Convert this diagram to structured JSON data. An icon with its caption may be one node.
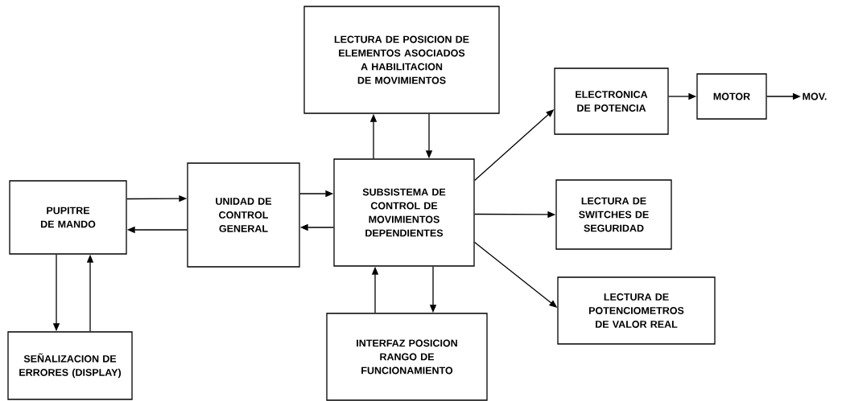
{
  "diagram": {
    "nodes": [
      {
        "text": [
          "PUPITRE DE MANDO"
        ]
      },
      {
        "text": [
          "UNIDAD DE CONTROL GENERAL"
        ]
      },
      {
        "text": [
          "SUBSISTEMA DE CONTROL DE MOVIMIENTOS DEPENDIENTES"
        ]
      },
      {
        "text": [
          "LECTURA DE POSICION DE ELEMENTOS ASOCIADOS A HABILITACION DE MOVIMIENTOS"
        ]
      },
      {
        "text": [
          "SEÑALIZACION DE ERRORES (DISPLAY)"
        ]
      },
      {
        "text": [
          "INTERFAZ POSICION RANGO DE FUNCIONAMIENTO"
        ]
      },
      {
        "text": [
          "ELECTRONICA DE POTENCIA"
        ]
      },
      {
        "text": [
          "MOTOR"
        ]
      },
      {
        "text": [
          "MOV."
        ]
      },
      {
        "text": [
          "LECTURA DE SWITCHES DE SEGURIDAD"
        ]
      },
      {
        "text": [
          "LECTURA DE POTENCIOMETROS DE VALOR REAL"
        ]
      }
    ],
    "edges": [
      {
        "from": 0,
        "to": 1,
        "arrow": "to"
      },
      {
        "from": 1,
        "to": 0,
        "arrow": "to"
      },
      {
        "from": 1,
        "to": 2,
        "arrow": "to"
      },
      {
        "from": 2,
        "to": 1,
        "arrow": "to"
      },
      {
        "from": 2,
        "to": 3,
        "arrow": "to"
      },
      {
        "from": 3,
        "to": 2,
        "arrow": "to"
      },
      {
        "from": 5,
        "to": 2,
        "arrow": "to"
      },
      {
        "from": 2,
        "to": 5,
        "arrow": "to"
      },
      {
        "from": 0,
        "to": 4,
        "arrow": "to"
      },
      {
        "from": 4,
        "to": 0,
        "arrow": "to"
      },
      {
        "from": 2,
        "to": 6,
        "arrow": "to"
      },
      {
        "from": 2,
        "to": 9,
        "arrow": "to"
      },
      {
        "from": 2,
        "to": 10,
        "arrow": "to"
      },
      {
        "from": 6,
        "to": 7,
        "arrow": "to"
      },
      {
        "from": 7,
        "to": 8,
        "arrow": "to"
      }
    ]
  }
}
